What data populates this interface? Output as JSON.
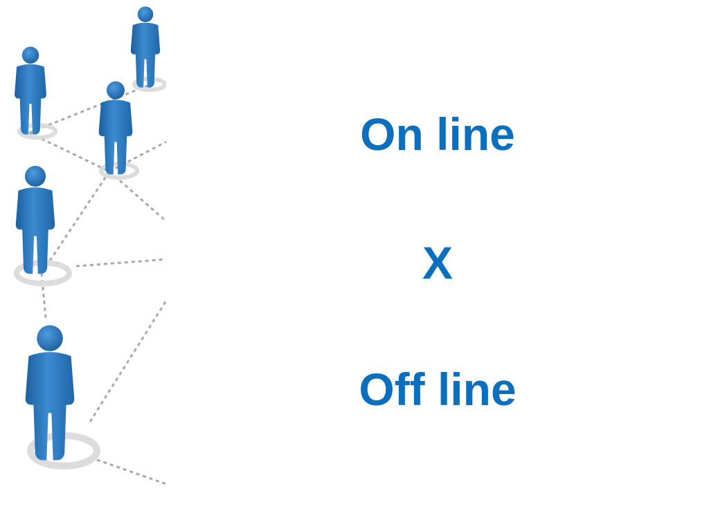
{
  "slide": {
    "lines": {
      "online": "On line",
      "versus": "X",
      "offline": "Off line"
    },
    "colors": {
      "text": "#0c6fbd",
      "figure": "#2f7fc6",
      "figure_shadow": "#1c5f9e",
      "base_ring": "#dcdcdc",
      "connector": "#a8a8a8",
      "background": "#ffffff"
    }
  },
  "image": {
    "subject": "network-of-people-figures"
  }
}
